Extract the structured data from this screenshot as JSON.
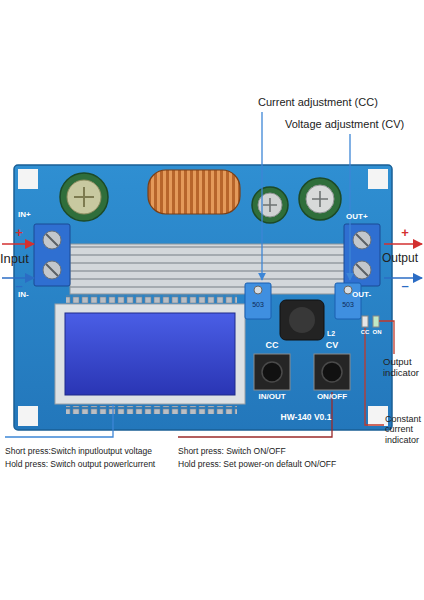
{
  "diagram": {
    "labels": [
      "Current adjustment (CC)",
      "Voltage adjustment (CV)",
      "+",
      "IN+",
      "Input",
      "–",
      "IN-",
      "OUT+",
      "+",
      "Output",
      "–",
      "OUT-",
      "503",
      "503",
      "L2",
      "CC",
      "CV",
      "CC",
      "ON",
      "Output indicator",
      "IN/OUT",
      "ON/OFF",
      "Constant current indicator",
      "HW-140 V0.1",
      "Short press:Switch inputloutput voltage",
      "Hold press: Switch output powerlcurrent",
      "Short press: Switch ON/OFF",
      "Hold press: Set power-on default ON/OFF"
    ]
  }
}
